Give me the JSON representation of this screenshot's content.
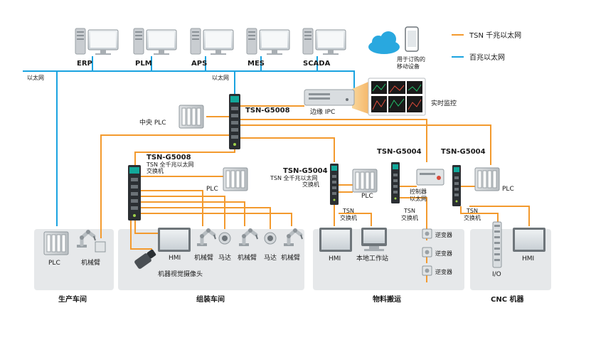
{
  "legend": {
    "gigabit": "TSN 千兆以太网",
    "fast": "百兆以太网",
    "gigabit_color": "#f39a2e",
    "fast_color": "#1aa3e0"
  },
  "top": {
    "systems": [
      "ERP",
      "PLM",
      "APS",
      "MES",
      "SCADA"
    ],
    "ethernet_left": "以太网",
    "ethernet_mid": "以太网",
    "mobile_label_1": "用于订购的",
    "mobile_label_2": "移动设备",
    "realtime": "实时监控",
    "edge_ipc": "边缘 IPC"
  },
  "core": {
    "switch_name": "TSN-G5008",
    "central_plc": "中央 PLC"
  },
  "assembly": {
    "switch_name": "TSN-G5008",
    "switch_desc_1": "TSN 全千兆以太网",
    "switch_desc_2": "交换机",
    "plc": "PLC",
    "hmi": "HMI",
    "arm1": "机械臂",
    "motor1": "马达",
    "arm2": "机械臂",
    "motor2": "马达",
    "arm3": "机械臂",
    "camera": "机器视觉摄像头",
    "zone": "组装车间"
  },
  "production": {
    "plc": "PLC",
    "arm": "机械臂",
    "zone": "生产车间"
  },
  "material": {
    "g5004_a": "TSN-G5004",
    "g5004_a_desc_1": "TSN 全千兆以太网",
    "g5004_a_desc_2": "交换机",
    "plc": "PLC",
    "tsn_sw_a_1": "TSN",
    "tsn_sw_a_2": "交换机",
    "hmi": "HMI",
    "workstation": "本地工作站",
    "g5004_b": "TSN-G5004",
    "controller_1": "控制器",
    "controller_2": "以太网",
    "tsn_sw_b_1": "TSN",
    "tsn_sw_b_2": "交换机",
    "inverters": [
      "逆变器",
      "逆变器",
      "逆变器"
    ],
    "zone": "物料搬运"
  },
  "cnc": {
    "g5004": "TSN-G5004",
    "plc": "PLC",
    "tsn_sw_1": "TSN",
    "tsn_sw_2": "交换机",
    "io": "I/O",
    "hmi": "HMI",
    "zone": "CNC 机器"
  }
}
